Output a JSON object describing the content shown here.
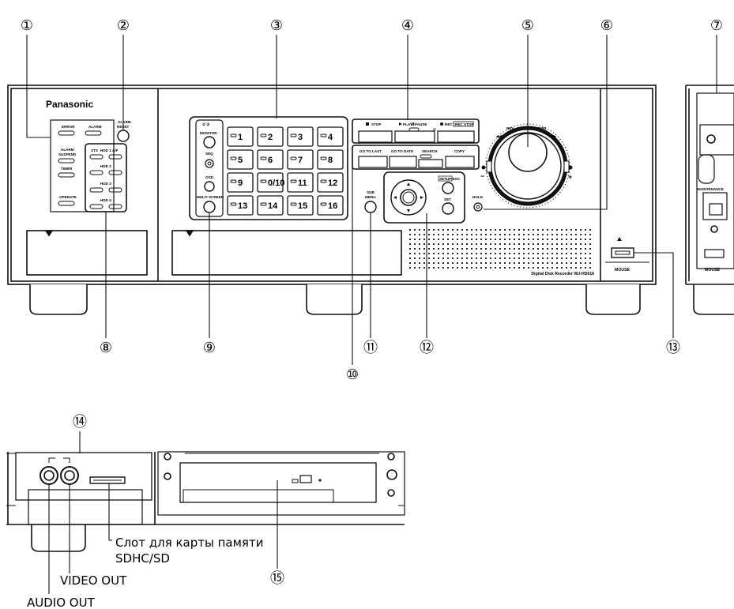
{
  "brand": "Panasonic",
  "model_label": "Digital Disk Recorder WJ-HD616",
  "callouts": [
    "①",
    "②",
    "③",
    "④",
    "⑤",
    "⑥",
    "⑦",
    "⑧",
    "⑨",
    "⑩",
    "⑪",
    "⑫",
    "⑬",
    "⑭",
    "⑮"
  ],
  "leds_left": {
    "error": "ERROR",
    "alarm": "ALARM",
    "alarm_suspend_line1": "ALARM",
    "alarm_suspend_line2": "SUSPEND",
    "timer": "TIMER",
    "operate": "OPERATE",
    "alarm_reset_line1": "ALARM",
    "alarm_reset_line2": "RESET"
  },
  "hdd_panel": {
    "sts": "STS",
    "af": "A/F",
    "hdd": [
      "HDD 1",
      "HDD 2",
      "HDD 3",
      "HDD 4"
    ]
  },
  "monitor_column": {
    "monitor_top": "① ②",
    "monitor": "MONITOR",
    "seq": "SEQ",
    "osd": "OSD",
    "multi_screen": "MULTI SCREEN"
  },
  "camera_keys": [
    "1",
    "2",
    "3",
    "4",
    "5",
    "6",
    "7",
    "8",
    "9",
    "0/10",
    "11",
    "12",
    "13",
    "14",
    "15",
    "16"
  ],
  "transport": {
    "stop": "STOP",
    "play": "PLAY",
    "pause": "PAUSE",
    "rec": "REC",
    "rec_stop": "REC STOP",
    "go_to_last": "GO TO LAST",
    "go_to_date": "GO TO DATE",
    "search": "SEARCH",
    "copy": "COPY"
  },
  "jog": {
    "rev": "REV",
    "fwd": "FWD",
    "minus": "−",
    "plus": "+",
    "hold": "HOLD"
  },
  "nav": {
    "sub_menu_line1": "SUB",
    "sub_menu_line2": "MENU",
    "setup_esc": "SETUP/ESC",
    "set": "SET"
  },
  "mouse": "MOUSE",
  "maintenance": "MAINTENANCE",
  "annotations": {
    "card_slot_line1": "Слот для карты памяти",
    "card_slot_line2": "SDHC/SD",
    "video_out": "VIDEO OUT",
    "audio_out": "AUDIO OUT"
  }
}
